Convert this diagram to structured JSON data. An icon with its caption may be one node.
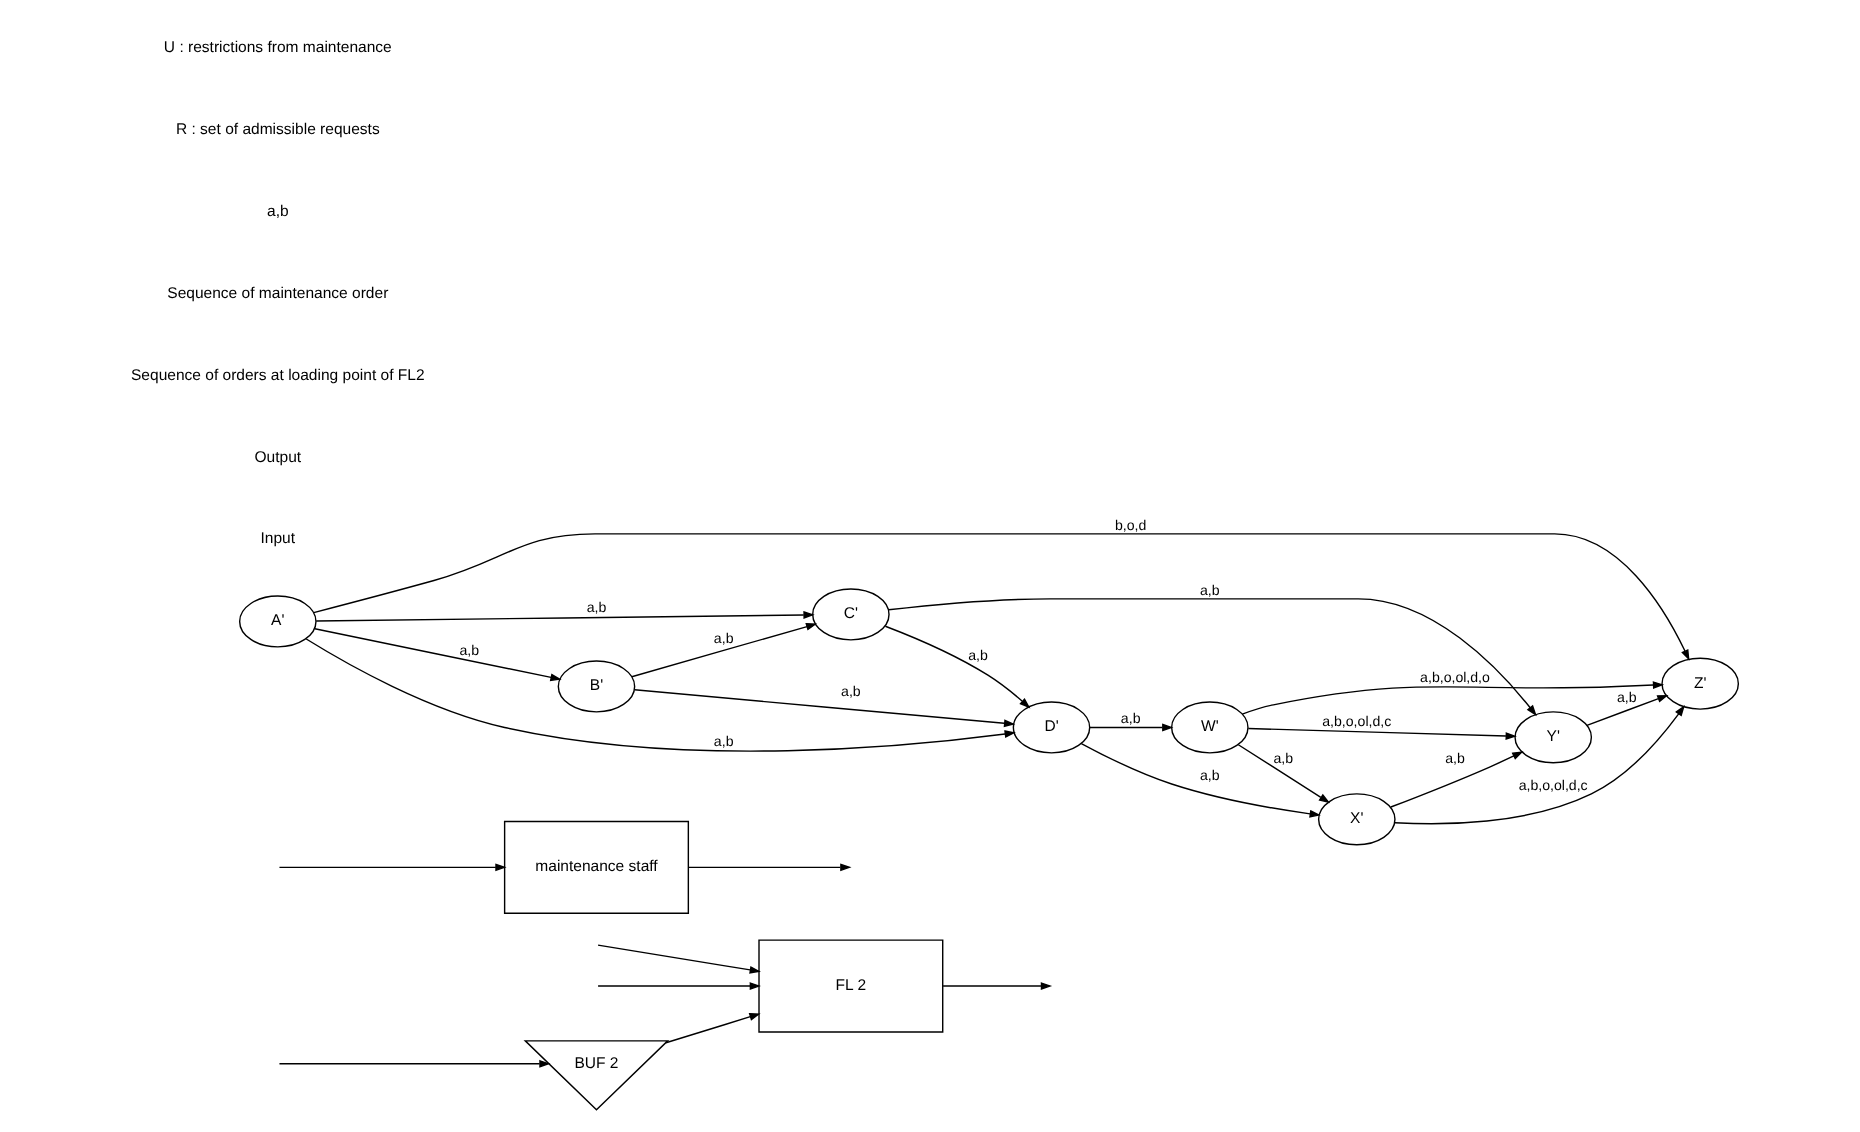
{
  "diagram": {
    "nodes": [
      {
        "text": [
          "BUF 2"
        ]
      },
      {
        "text": [
          "FL 2"
        ]
      },
      {
        "text": [
          "maintenance staff"
        ]
      },
      {
        "text": [
          "A'"
        ]
      },
      {
        "text": [
          "B'"
        ]
      },
      {
        "text": [
          "C'"
        ]
      },
      {
        "text": [
          "D'"
        ]
      },
      {
        "text": [
          "W'"
        ]
      },
      {
        "text": [
          "X'"
        ]
      },
      {
        "text": [
          "Y'"
        ]
      },
      {
        "text": [
          "Z'"
        ]
      }
    ],
    "edges": [
      {
        "from": null,
        "to": 0,
        "arrow": "to"
      },
      {
        "from": 0,
        "to": 1,
        "arrow": "to"
      },
      {
        "from": null,
        "to": 1,
        "arrow": "to"
      },
      {
        "from": null,
        "to": 1,
        "arrow": "to"
      },
      {
        "from": 1,
        "to": null,
        "arrow": "to"
      },
      {
        "from": null,
        "to": 2,
        "arrow": "to"
      },
      {
        "from": 2,
        "to": null,
        "arrow": "to"
      },
      {
        "from": 3,
        "to": 4,
        "arrow": "to",
        "label": "a,b"
      },
      {
        "from": 4,
        "to": 5,
        "arrow": "to",
        "label": "a,b"
      },
      {
        "from": 5,
        "to": 6,
        "arrow": "to",
        "label": "a,b"
      },
      {
        "from": 4,
        "to": 6,
        "arrow": "to",
        "label": "a,b"
      },
      {
        "from": 3,
        "to": 5,
        "arrow": "to",
        "label": "a,b"
      },
      {
        "from": 3,
        "to": 6,
        "arrow": "to",
        "label": "a,b"
      },
      {
        "from": 6,
        "to": 8,
        "arrow": "to",
        "label": "a,b"
      },
      {
        "from": 6,
        "to": 7,
        "arrow": "to",
        "label": "a,b"
      },
      {
        "from": 5,
        "to": 9,
        "arrow": "to",
        "label": "a,b"
      },
      {
        "from": 3,
        "to": 10,
        "arrow": "to",
        "label": "b,o,d"
      },
      {
        "from": 7,
        "to": 8,
        "arrow": "to",
        "label": "a,b"
      },
      {
        "from": 8,
        "to": 9,
        "arrow": "to",
        "label": "a,b"
      },
      {
        "from": 9,
        "to": 10,
        "arrow": "to",
        "label": "a,b"
      },
      {
        "from": 8,
        "to": 10,
        "arrow": "to",
        "label": "a,b,o,ol,d,c"
      },
      {
        "from": 7,
        "to": 9,
        "arrow": "to",
        "label": "a,b,o,ol,d,c"
      },
      {
        "from": 7,
        "to": 10,
        "arrow": "to",
        "label": "a,b,o,ol,d,o"
      }
    ],
    "labels": [
      "Input",
      "Output",
      "Sequence of orders at loading point of FL2",
      "Sequence of maintenance order",
      "a,b",
      "R : set of admissible requests",
      "U : restrictions from maintenance"
    ]
  }
}
